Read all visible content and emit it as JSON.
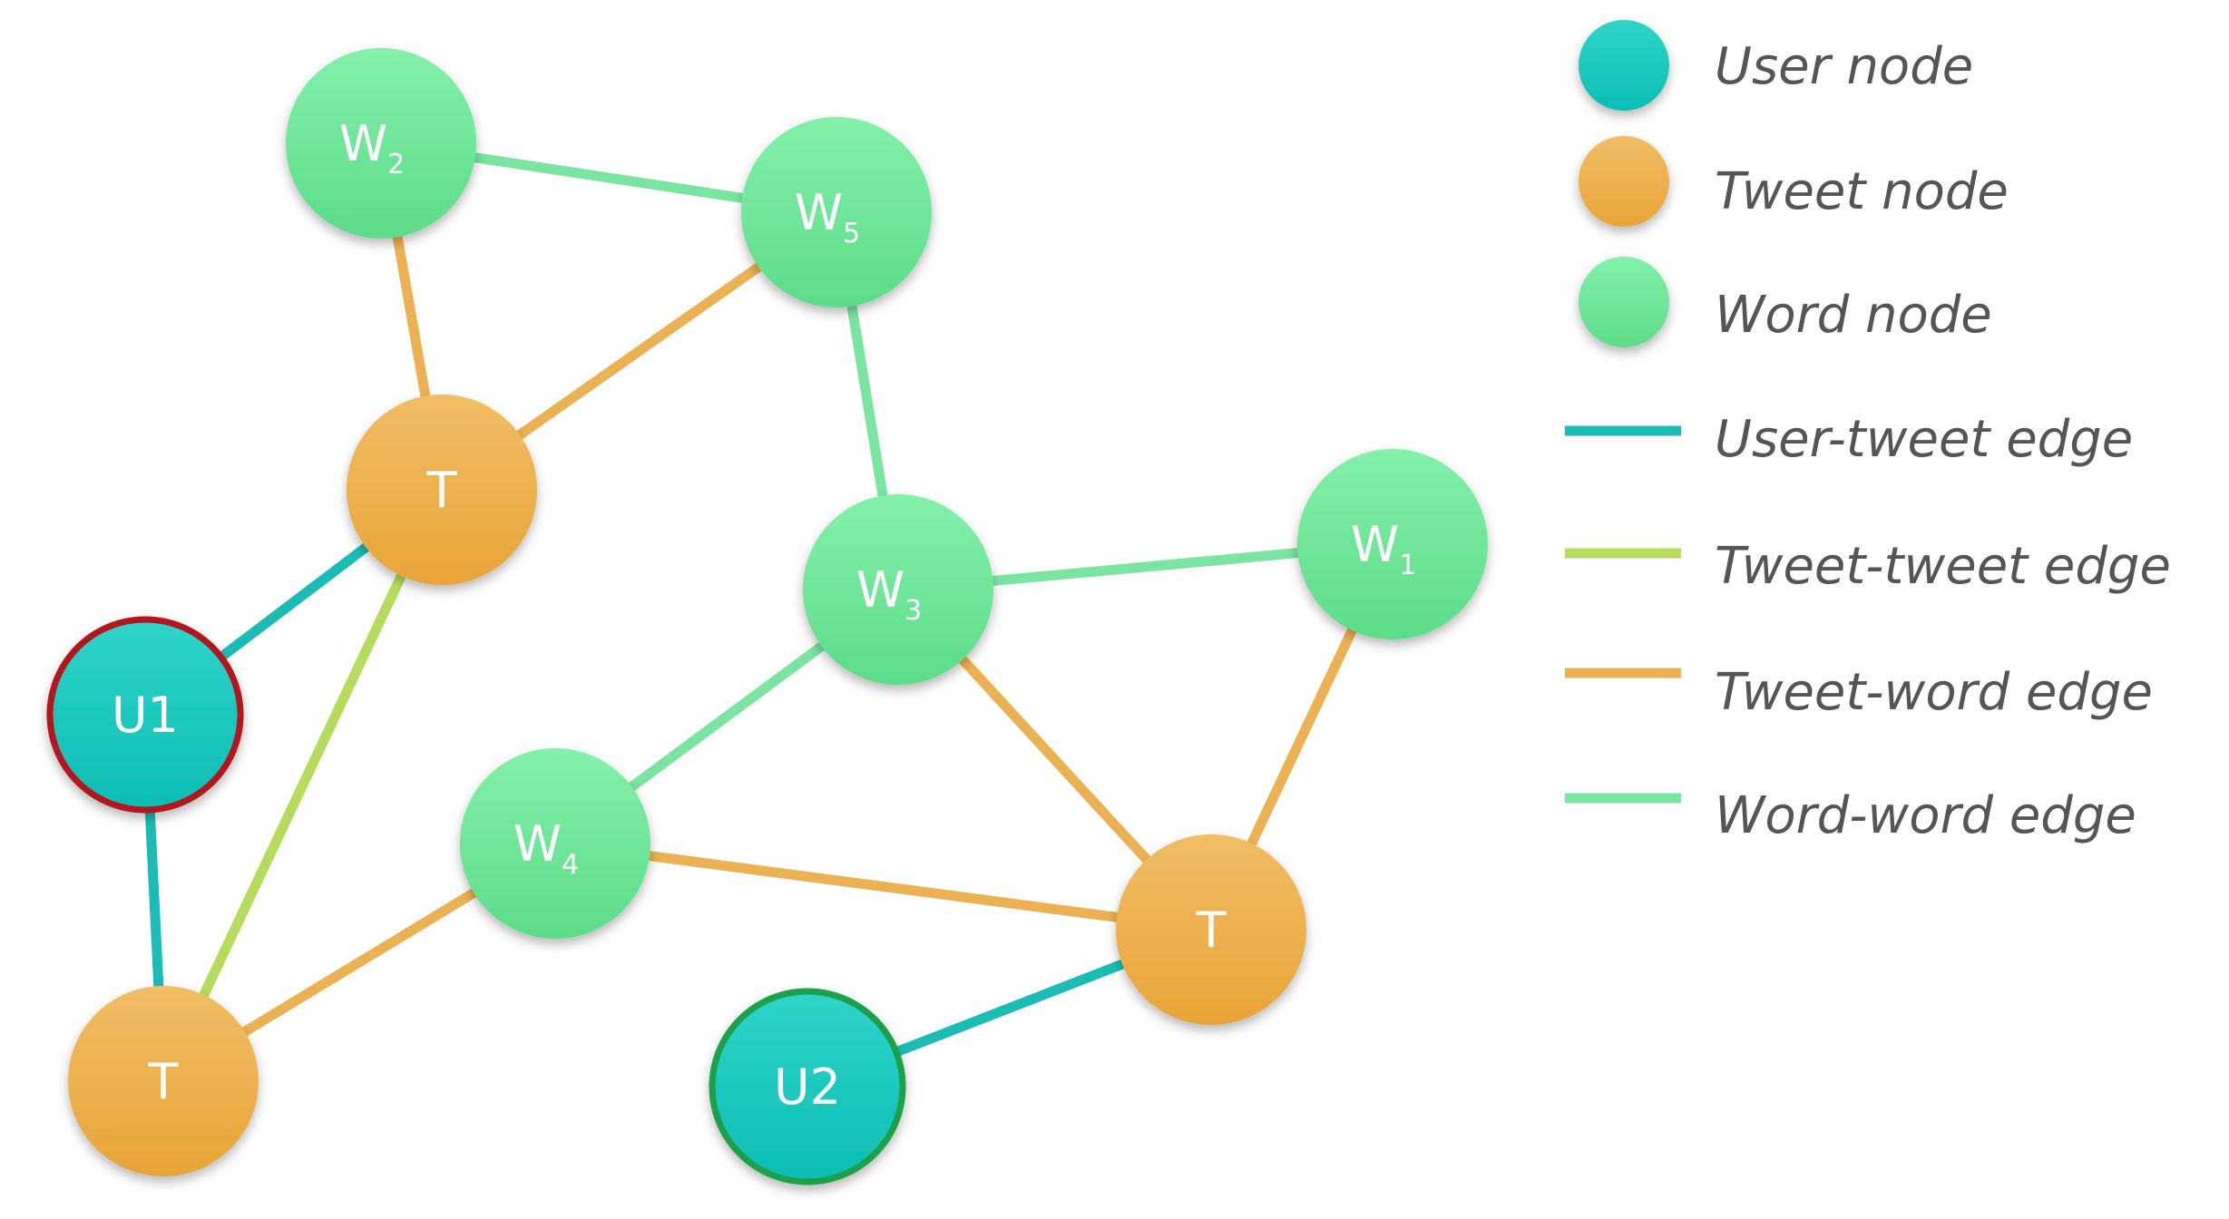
{
  "colors": {
    "user": "#1ec9c0",
    "user_dark": "#0fb5ad",
    "tweet": "#f3b34c",
    "tweet_dark": "#e3a43e",
    "word": "#73e89b",
    "word_dark": "#5fde8a",
    "edge_user_tweet": "#1bbcb6",
    "edge_tweet_tweet": "#b5dc5a",
    "edge_tweet_word": "#ecb152",
    "edge_word_word": "#79e5a0",
    "u1_border": "#b3141b",
    "u2_border": "#1aa04a",
    "legend_text": "#555555"
  },
  "nodes": [
    {
      "id": "W2",
      "kind": "word",
      "label": "W",
      "sub": "2"
    },
    {
      "id": "W5",
      "kind": "word",
      "label": "W",
      "sub": "5"
    },
    {
      "id": "T1",
      "kind": "tweet",
      "label": "T",
      "sub": ""
    },
    {
      "id": "W3",
      "kind": "word",
      "label": "W",
      "sub": "3"
    },
    {
      "id": "W1",
      "kind": "word",
      "label": "W",
      "sub": "1"
    },
    {
      "id": "U1",
      "kind": "user",
      "label": "U1",
      "sub": ""
    },
    {
      "id": "W4",
      "kind": "word",
      "label": "W",
      "sub": "4"
    },
    {
      "id": "T2",
      "kind": "tweet",
      "label": "T",
      "sub": ""
    },
    {
      "id": "T3",
      "kind": "tweet",
      "label": "T",
      "sub": ""
    },
    {
      "id": "U2",
      "kind": "user",
      "label": "U2",
      "sub": ""
    }
  ],
  "edges": [
    {
      "from": "W2",
      "to": "W5",
      "kind": "word-word"
    },
    {
      "from": "W2",
      "to": "T1",
      "kind": "tweet-word"
    },
    {
      "from": "T1",
      "to": "W5",
      "kind": "tweet-word"
    },
    {
      "from": "W5",
      "to": "W3",
      "kind": "word-word"
    },
    {
      "from": "T1",
      "to": "U1",
      "kind": "user-tweet"
    },
    {
      "from": "T1",
      "to": "T2",
      "kind": "tweet-tweet"
    },
    {
      "from": "U1",
      "to": "T2",
      "kind": "user-tweet"
    },
    {
      "from": "W3",
      "to": "W1",
      "kind": "word-word"
    },
    {
      "from": "W3",
      "to": "W4",
      "kind": "word-word"
    },
    {
      "from": "W3",
      "to": "T3",
      "kind": "tweet-word"
    },
    {
      "from": "W1",
      "to": "T3",
      "kind": "tweet-word"
    },
    {
      "from": "W4",
      "to": "T3",
      "kind": "tweet-word"
    },
    {
      "from": "T2",
      "to": "W4",
      "kind": "tweet-word"
    },
    {
      "from": "U2",
      "to": "T3",
      "kind": "user-tweet"
    }
  ],
  "legend": {
    "user_node": "User node",
    "tweet_node": "Tweet node",
    "word_node": "Word node",
    "user_tweet_edge": "User-tweet edge",
    "tweet_tweet_edge": "Tweet-tweet edge",
    "tweet_word_edge": "Tweet-word edge",
    "word_word_edge": "Word-word edge"
  }
}
